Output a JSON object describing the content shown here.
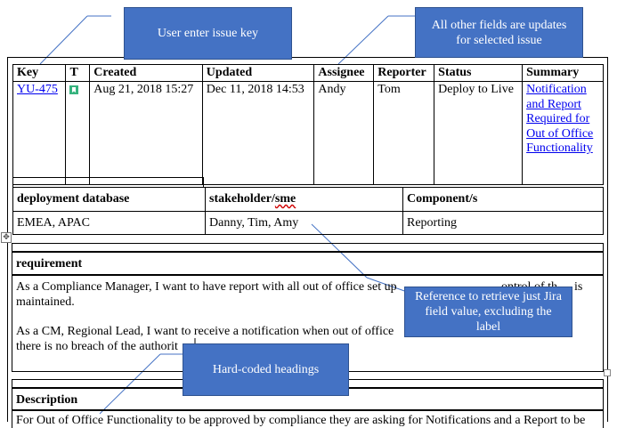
{
  "callouts": {
    "user_enter": "User enter issue key",
    "other_fields": "All other fields are updates for selected issue",
    "reference": "Reference to retrieve just Jira field value, excluding the label",
    "hardcoded": "Hard-coded headings"
  },
  "issue_table": {
    "headers": [
      "Key",
      "T",
      "Created",
      "Updated",
      "Assignee",
      "Reporter",
      "Status",
      "Summary"
    ],
    "row": {
      "key": "YU-475",
      "type_icon": "story-icon",
      "created": "Aug 21, 2018 15:27",
      "updated": "Dec 11, 2018 14:53",
      "assignee": "Andy",
      "reporter": "Tom",
      "status": "Deploy to Live",
      "summary": "Notification and Report Required for Out of Office Functionality"
    }
  },
  "fields_table": {
    "headers": [
      "deployment database",
      "stakeholder/sme",
      "Component/s"
    ],
    "values": [
      "EMEA, APAC",
      "Danny, Tim, Amy",
      "Reporting"
    ]
  },
  "requirement": {
    "heading": "requirement",
    "para1": "As a Compliance Manager, I want to have report with all out of office set up",
    "para1_tail": "ontrol of th",
    "para1_tail2": "is",
    "para1_line2": "maintained.",
    "para2": "As a CM, Regional Lead, I want to receive a notification when out of office",
    "para2_line2": "there is no breach of the authorit"
  },
  "description": {
    "heading": "Description",
    "text": "For Out of Office Functionality to be approved by compliance they are asking for Notifications and a Report to be"
  },
  "colors": {
    "callout_fill": "#4472C4",
    "link": "#0000EE",
    "story_icon": "#36B37E"
  }
}
